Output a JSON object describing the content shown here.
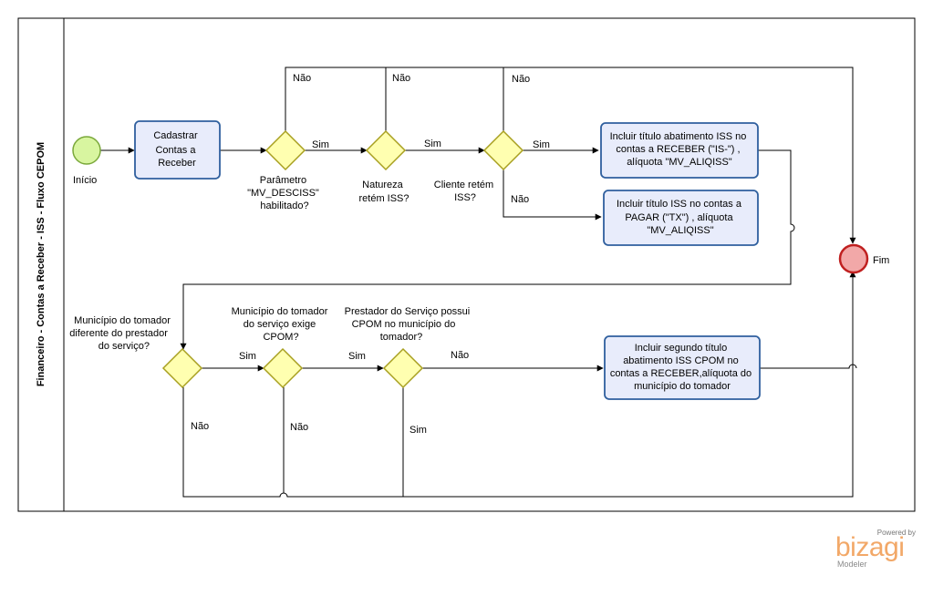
{
  "pool": {
    "title": "Financeiro - Contas a Receber - ISS - Fluxo CEPOM"
  },
  "events": {
    "start": "Início",
    "end": "Fim"
  },
  "tasks": {
    "cadastrar": [
      "Cadastrar",
      "Contas a",
      "Receber"
    ],
    "abatimento": [
      "Incluir título abatimento ISS no",
      "contas a RECEBER (\"IS-\") ,",
      "alíquota \"MV_ALIQISS\""
    ],
    "pagar": [
      "Incluir título ISS no contas a",
      "PAGAR  (\"TX\") , alíquota",
      "\"MV_ALIQISS\""
    ],
    "segundo": [
      "Incluir segundo título",
      "abatimento ISS CPOM no",
      "contas a RECEBER,alíquota do",
      "município do tomador"
    ]
  },
  "gateways": {
    "parametro": [
      "Parâmetro",
      "\"MV_DESCISS\"",
      "habilitado?"
    ],
    "natureza": [
      "Natureza",
      "retém ISS?"
    ],
    "cliente": [
      "Cliente retém",
      "ISS?"
    ],
    "municipio_diferente": [
      "Município do tomador",
      "diferente do prestador",
      "do serviço?"
    ],
    "municipio_cpom": [
      "Município do tomador",
      "do serviço exige",
      "CPOM?"
    ],
    "prestador_cpom": [
      "Prestador do Serviço possui",
      "CPOM no município do",
      "tomador?"
    ]
  },
  "flow_labels": {
    "sim": "Sim",
    "nao": "Não"
  },
  "watermark": {
    "powered_by": "Powered by",
    "brand": "bizagi",
    "product": "Modeler"
  },
  "colors": {
    "task_fill": "#e8ecfb",
    "task_stroke": "#2f5f9e",
    "gateway_fill": "#ffffb0",
    "gateway_stroke": "#a8a020",
    "start_fill": "#d8f5a0",
    "start_stroke": "#7aa83a",
    "end_fill": "#f2a8a8",
    "end_stroke": "#c02020"
  }
}
